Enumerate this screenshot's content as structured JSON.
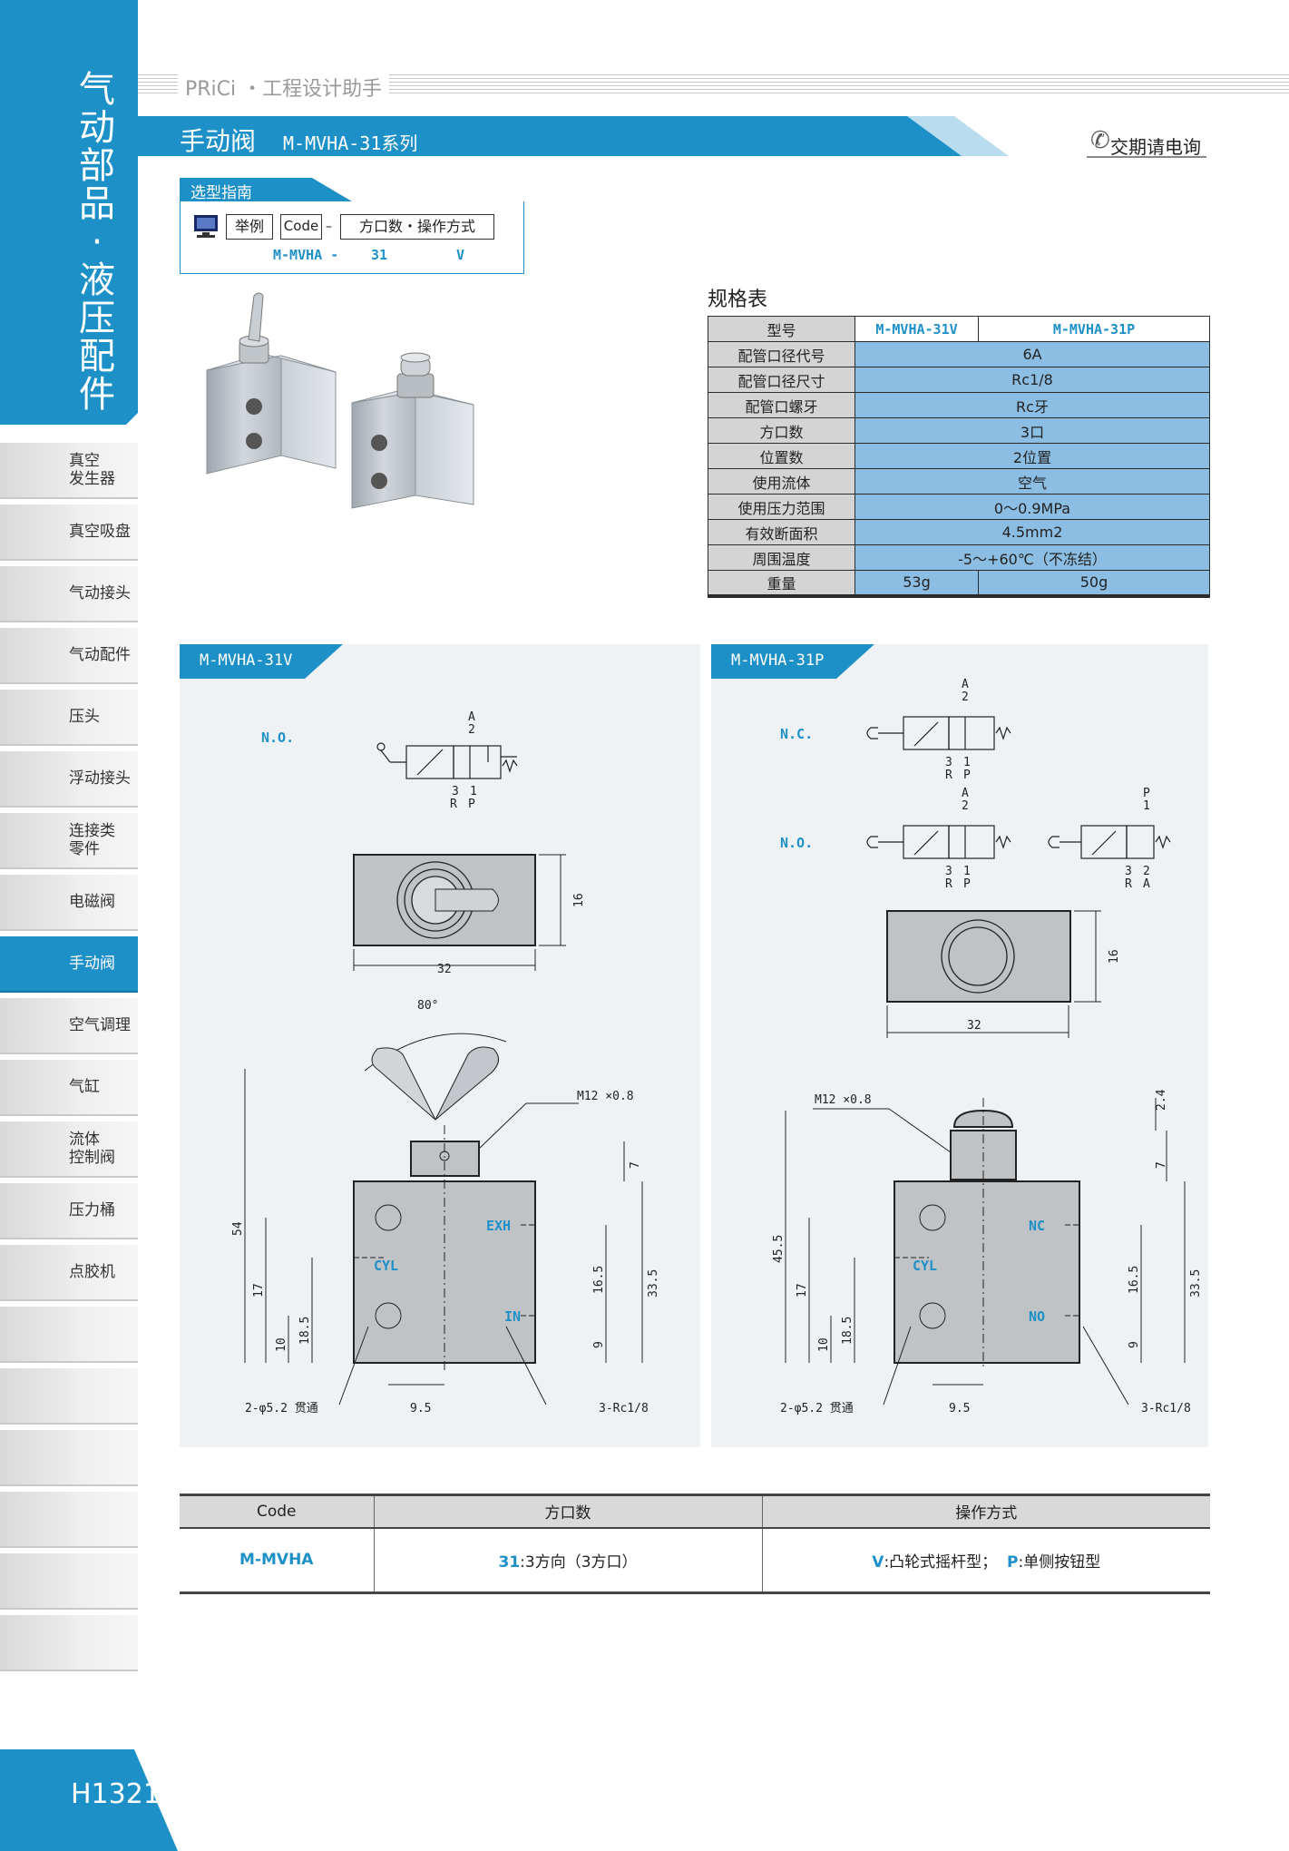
{
  "sidebar": {
    "category_title": "气动部品·液压配件",
    "items": [
      {
        "label": "真空\n发生器"
      },
      {
        "label": "真空吸盘"
      },
      {
        "label": "气动接头"
      },
      {
        "label": "气动配件"
      },
      {
        "label": "压头"
      },
      {
        "label": "浮动接头"
      },
      {
        "label": "连接类\n零件"
      },
      {
        "label": "电磁阀"
      },
      {
        "label": "手动阀",
        "active": true
      },
      {
        "label": "空气调理"
      },
      {
        "label": "气缸"
      },
      {
        "label": "流体\n控制阀"
      },
      {
        "label": "压力桶"
      },
      {
        "label": "点胶机"
      },
      {
        "label": ""
      },
      {
        "label": ""
      },
      {
        "label": ""
      },
      {
        "label": ""
      },
      {
        "label": ""
      },
      {
        "label": ""
      }
    ],
    "page_number": "H1321"
  },
  "header": {
    "brand": "PRiCi ・工程设计助手",
    "title": "手动阀",
    "series": "M-MVHA-31系列",
    "contact": "交期请电询"
  },
  "guide": {
    "title": "选型指南",
    "example_label": "举例",
    "code_label": "Code",
    "dash": "–",
    "option_label": "方口数・操作方式",
    "example_code": "M-MVHA -",
    "example_ports": "31",
    "example_op": "V"
  },
  "spec": {
    "title": "规格表",
    "header_label": "型号",
    "models": [
      "M-MVHA-31V",
      "M-MVHA-31P"
    ],
    "rows": [
      {
        "label": "配管口径代号",
        "value": "6A"
      },
      {
        "label": "配管口径尺寸",
        "value": "Rc1/8"
      },
      {
        "label": "配管口螺牙",
        "value": "Rc牙"
      },
      {
        "label": "方口数",
        "value": "3口"
      },
      {
        "label": "位置数",
        "value": "2位置"
      },
      {
        "label": "使用流体",
        "value": "空气"
      },
      {
        "label": "使用压力范围",
        "value": "0～0.9MPa"
      },
      {
        "label": "有效断面积",
        "value": "4.5mm2"
      },
      {
        "label": "周围温度",
        "value": "-5～+60℃（不冻结）"
      }
    ],
    "weight_label": "重量",
    "weights": [
      "53g",
      "50g"
    ]
  },
  "drawing_v": {
    "tab": "M-MVHA-31V",
    "state_no": "N.O.",
    "port_a": "A",
    "port_2": "2",
    "port_3": "3",
    "port_1": "1",
    "port_r": "R",
    "port_p": "P",
    "width": "32",
    "depth": "16",
    "angle": "80°",
    "thread": "M12 ×0.8",
    "height_total": "54",
    "dim_17": "17",
    "dim_10": "10",
    "dim_18_5": "18.5",
    "dim_7": "7",
    "dim_33_5": "33.5",
    "dim_16_5": "16.5",
    "dim_9": "9",
    "dim_9_5": "9.5",
    "label_exh": "EXH",
    "label_cyl": "CYL",
    "label_in": "IN",
    "holes": "2-φ5.2 贯通",
    "ports_note": "3-Rc1/8"
  },
  "drawing_p": {
    "tab": "M-MVHA-31P",
    "state_nc": "N.C.",
    "state_no": "N.O.",
    "port_a": "A",
    "port_2": "2",
    "port_3": "3",
    "port_1": "1",
    "port_r": "R",
    "port_p": "P",
    "width": "32",
    "depth": "16",
    "thread": "M12 ×0.8",
    "height_total": "45.5",
    "dim_17": "17",
    "dim_10": "10",
    "dim_18_5": "18.5",
    "dim_2_4": "2.4",
    "dim_7": "7",
    "dim_33_5": "33.5",
    "dim_16_5": "16.5",
    "dim_9": "9",
    "dim_9_5": "9.5",
    "label_nc": "NC",
    "label_cyl": "CYL",
    "label_no": "NO",
    "holes": "2-φ5.2 贯通",
    "ports_note": "3-Rc1/8"
  },
  "code_table": {
    "headers": [
      "Code",
      "方口数",
      "操作方式"
    ],
    "code": "M-MVHA",
    "ports_key": "31",
    "ports_desc": ":3方向（3方口）",
    "op_v_key": "V",
    "op_v_desc": ":凸轮式摇杆型；",
    "op_p_key": "P",
    "op_p_desc": ":单侧按钮型"
  }
}
